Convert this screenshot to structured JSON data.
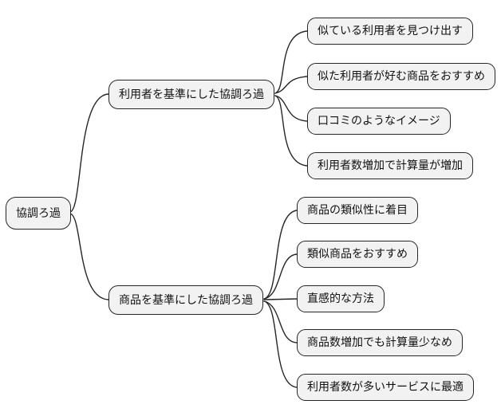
{
  "mindmap": {
    "title": "協調ろ過 mind map",
    "root": {
      "label": "協調ろ過"
    },
    "branches": [
      {
        "label": "利用者を基準にした協調ろ過",
        "children": [
          {
            "label": "似ている利用者を見つけ出す"
          },
          {
            "label": "似た利用者が好む商品をおすすめ"
          },
          {
            "label": "口コミのようなイメージ"
          },
          {
            "label": "利用者数増加で計算量が増加"
          }
        ]
      },
      {
        "label": "商品を基準にした協調ろ過",
        "children": [
          {
            "label": "商品の類似性に着目"
          },
          {
            "label": "類似商品をおすすめ"
          },
          {
            "label": "直感的な方法"
          },
          {
            "label": "商品数増加でも計算量少なめ"
          },
          {
            "label": "利用者数が多いサービスに最適"
          }
        ]
      }
    ],
    "colors": {
      "background": "#ffffff",
      "node_fill": "#f2f2f2",
      "node_border": "#262626",
      "edge": "#262626",
      "text": "#111111"
    }
  }
}
